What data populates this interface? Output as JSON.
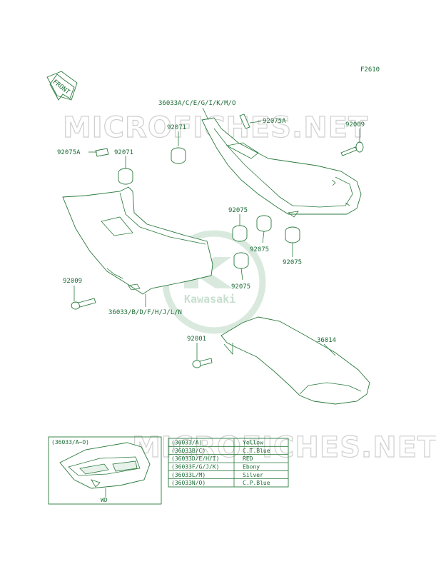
{
  "figure_code": "F2610",
  "front_label": "FRONT",
  "brand_text": "Kawasaki",
  "watermarks": [
    "MICROFICHES.NET",
    "MICROFICHES.NET"
  ],
  "parts": {
    "cover_right": "36033A/C/E/G/I/K/M/O",
    "cover_left": "36033/B/D/F/H/J/L/N",
    "chain_case": "36014",
    "damper_top": "92071",
    "damper_left": "92071",
    "pin_top": "92075A",
    "pin_left": "92075A",
    "bolt_top": "92009",
    "bolt_left": "92009",
    "bolt_chain": "92001",
    "damper_a": "92075",
    "damper_b": "92075",
    "damper_c": "92075",
    "damper_d": "92075"
  },
  "inset": {
    "title": "(36033/A~O)",
    "caption": "WD"
  },
  "color_table": [
    [
      "(36033/A)",
      "Yellow"
    ],
    [
      "(36033B/C)",
      "C.T.Blue"
    ],
    [
      "(36033D/E/H/I)",
      "RED"
    ],
    [
      "(36033F/G/J/K)",
      "Ebony"
    ],
    [
      "(36033L/M)",
      "Silver"
    ],
    [
      "(36033N/O)",
      "C.P.Blue"
    ]
  ],
  "colors": {
    "line": "#2a7a3c",
    "text": "#1a6b34",
    "watermark": "#cfcfcf"
  }
}
